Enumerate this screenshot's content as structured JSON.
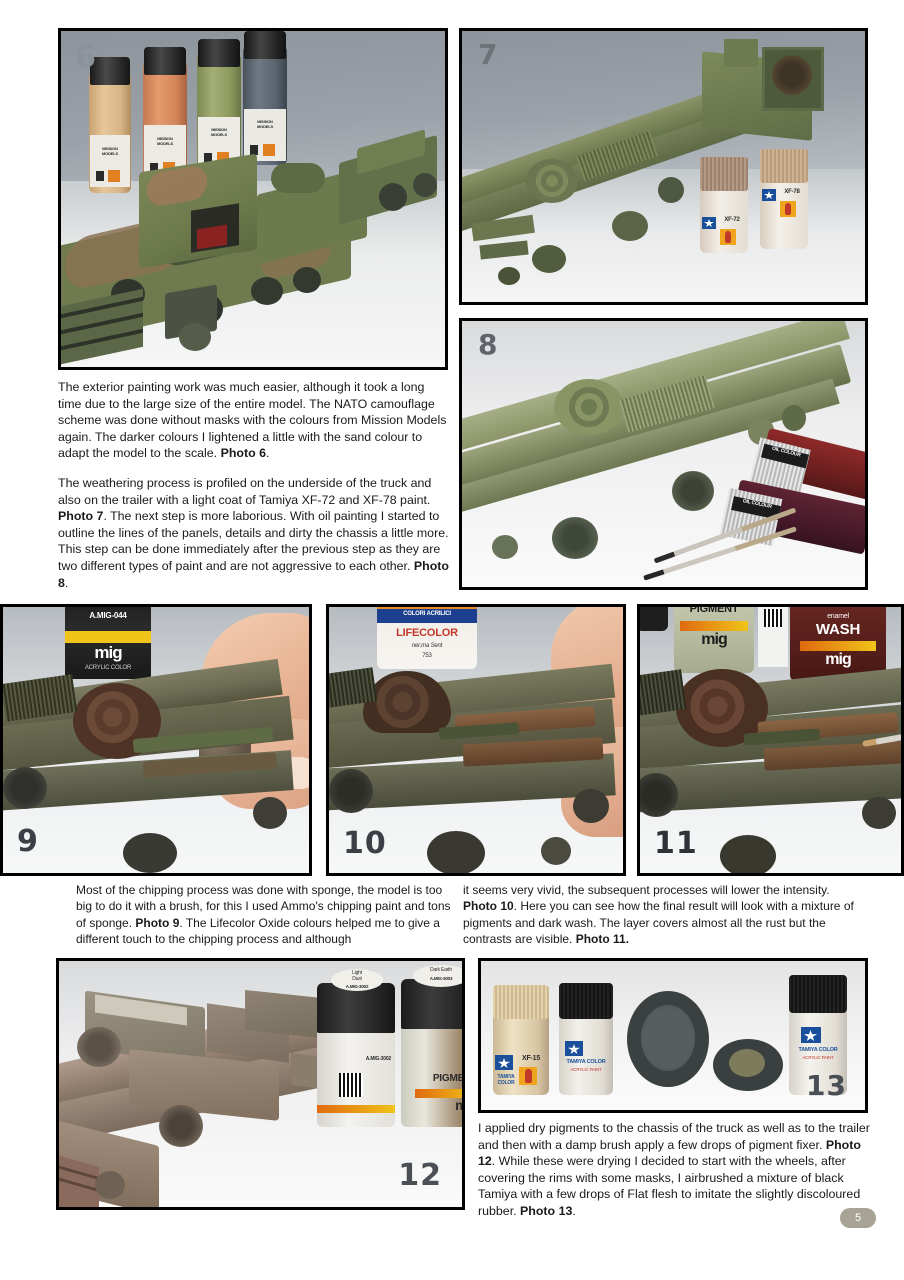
{
  "page": {
    "number": "5",
    "background": "#ffffff"
  },
  "photos": [
    {
      "id": "photo-6",
      "number": "6",
      "caption_ref": "Photo 6",
      "subject": "NATO camouflage painted truck model with four Mission Models paint bottles",
      "number_color": "#8c9299",
      "bottle_labels": [
        "MISSION MODELS",
        "MISSION MODELS",
        "MISSION MODELS",
        "MISSION MODELS"
      ]
    },
    {
      "id": "photo-7",
      "number": "7",
      "caption_ref": "Photo 7",
      "subject": "Trailer chassis with two Tamiya acrylic paint jars",
      "number_color": "#6b7379",
      "bottle_labels": [
        "XF-72",
        "XF-78"
      ],
      "brand": "TAMIYA COLOR"
    },
    {
      "id": "photo-8",
      "number": "8",
      "caption_ref": "Photo 8",
      "subject": "Trailer underside with oil paint tubes and fine brushes",
      "number_color": "#5e646a",
      "bottle_labels": [
        "OIL COLOUR",
        "OIL COLOUR"
      ]
    },
    {
      "id": "photo-9",
      "number": "9",
      "caption_ref": "Photo 9",
      "subject": "Chipping with a sponge held in fingers, AMMO MIG bottle behind",
      "number_color": "#3b4046",
      "bottle_labels": [
        "A.MIG-044",
        "mig",
        "ACRYLIC COLOR"
      ]
    },
    {
      "id": "photo-10",
      "number": "10",
      "caption_ref": "Photo 10",
      "subject": "Brush applying rust colour, Lifecolor acrylic jar behind",
      "number_color": "#3b4046",
      "bottle_labels": [
        "COLORI ACRILICI",
        "LIFECOLOR"
      ]
    },
    {
      "id": "photo-11",
      "number": "11",
      "caption_ref": "Photo 11",
      "subject": "Finished rusted chassis with MIG pigment and enamel wash jars",
      "number_color": "#2f3338",
      "bottle_labels": [
        "Modelling PIGMENT",
        "mig",
        "enamel WASH",
        "mig"
      ]
    },
    {
      "id": "photo-12",
      "number": "12",
      "caption_ref": "Photo 12",
      "subject": "Dusted truck chassis with two AMMO MIG pigment jars",
      "number_color": "#4a4f55",
      "bottle_labels": [
        "Light Dust",
        "A.MIG-3002",
        "Dark Earth",
        "A.MIG-3003",
        "PIGMENT"
      ]
    },
    {
      "id": "photo-13",
      "number": "13",
      "caption_ref": "Photo 13",
      "subject": "Tamiya paint jars beside painted model tyres and wheels",
      "number_color": "#4a4f55",
      "bottle_labels": [
        "XF-15",
        "TAMIYA COLOR",
        "TAMIYA COLOR",
        "TAMIYA COLOR"
      ]
    }
  ],
  "text": {
    "block_a": {
      "para1_part1": "The exterior painting work was much easier, although it took a long time due to the large size of the entire model. The NATO camouflage scheme was done without masks with the colours from Mission Models again. The darker colours I lightened a little with the sand colour to adapt the model to the scale. ",
      "para1_bold": "Photo 6",
      "para1_part2": ".",
      "para2_part1": "The weathering process is profiled on the underside of the truck and also on the trailer with a light coat of Tamiya XF-72 and XF-78 paint. ",
      "para2_bold1": "Photo 7",
      "para2_part2": ".  The next step is more laborious. With oil painting I started to outline the lines of the panels, details and dirty the chassis a little more. This step can be done immediately after the previous step as they are two different types of paint and are not aggressive to each other.  ",
      "para2_bold2": "Photo 8",
      "para2_part3": "."
    },
    "block_b_left": {
      "part1": "Most of the chipping process was done with sponge, the model is too big to do it with a brush, for this I used Ammo's chipping paint and tons of sponge.  ",
      "bold1": "Photo 9",
      "part2": ".  The Lifecolor Oxide colours helped me to give a different touch to the chipping process and although"
    },
    "block_b_right": {
      "part1": "it seems very vivid, the subsequent processes will lower the intensity. ",
      "bold1": "Photo 10",
      "part2": ".  Here you can see how the final result will look with a mixture of pigments and dark wash. The layer covers almost all the rust but the contrasts are visible. ",
      "bold2": "Photo 11."
    },
    "block_c": {
      "part1": "I applied dry pigments to the chassis of the truck as well as to the trailer and then with a damp brush apply a few drops of pigment fixer. ",
      "bold1": "Photo 12",
      "part2": ". While these were drying I decided to start with the wheels, after covering the rims with some masks, I airbrushed a mixture of black Tamiya with a few drops of Flat flesh to imitate the slightly discoloured rubber. ",
      "bold2": "Photo 13",
      "part3": "."
    }
  }
}
